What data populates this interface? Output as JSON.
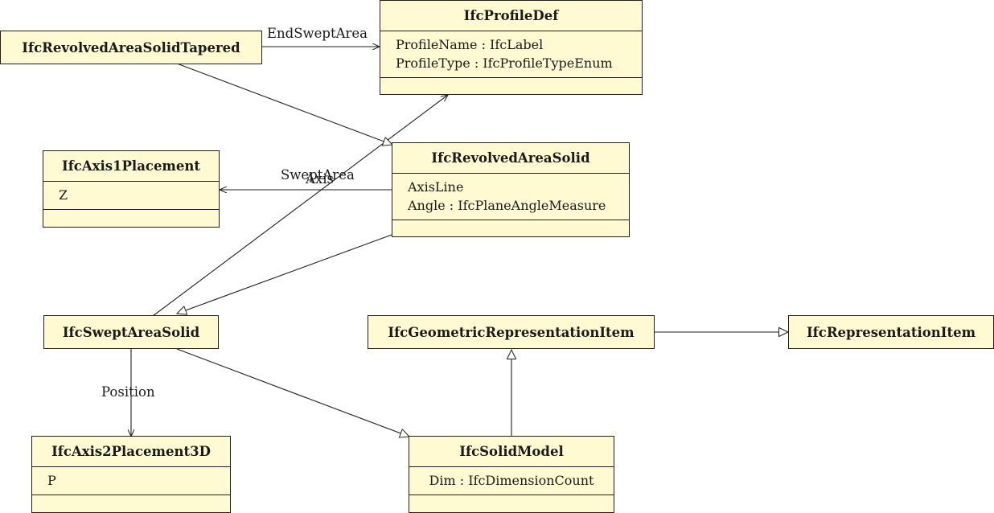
{
  "classes": {
    "profile_def": {
      "name": "IfcProfileDef",
      "attributes": [
        "ProfileName : IfcLabel",
        "ProfileType : IfcProfileTypeEnum"
      ]
    },
    "revolved_area_solid_tapered": {
      "name": "IfcRevolvedAreaSolidTapered"
    },
    "axis1_placement": {
      "name": "IfcAxis1Placement",
      "attributes": [
        "Z"
      ]
    },
    "revolved_area_solid": {
      "name": "IfcRevolvedAreaSolid",
      "attributes": [
        "AxisLine",
        "Angle : IfcPlaneAngleMeasure"
      ]
    },
    "swept_area_solid": {
      "name": "IfcSweptAreaSolid"
    },
    "geometric_representation_item": {
      "name": "IfcGeometricRepresentationItem"
    },
    "representation_item": {
      "name": "IfcRepresentationItem"
    },
    "axis2_placement_3d": {
      "name": "IfcAxis2Placement3D",
      "attributes": [
        "P"
      ]
    },
    "solid_model": {
      "name": "IfcSolidModel",
      "attributes": [
        "Dim : IfcDimensionCount"
      ]
    }
  },
  "relations": {
    "end_swept_area": "EndSweptArea",
    "swept_area": "SweptArea",
    "axis": "Axis",
    "position": "Position"
  }
}
